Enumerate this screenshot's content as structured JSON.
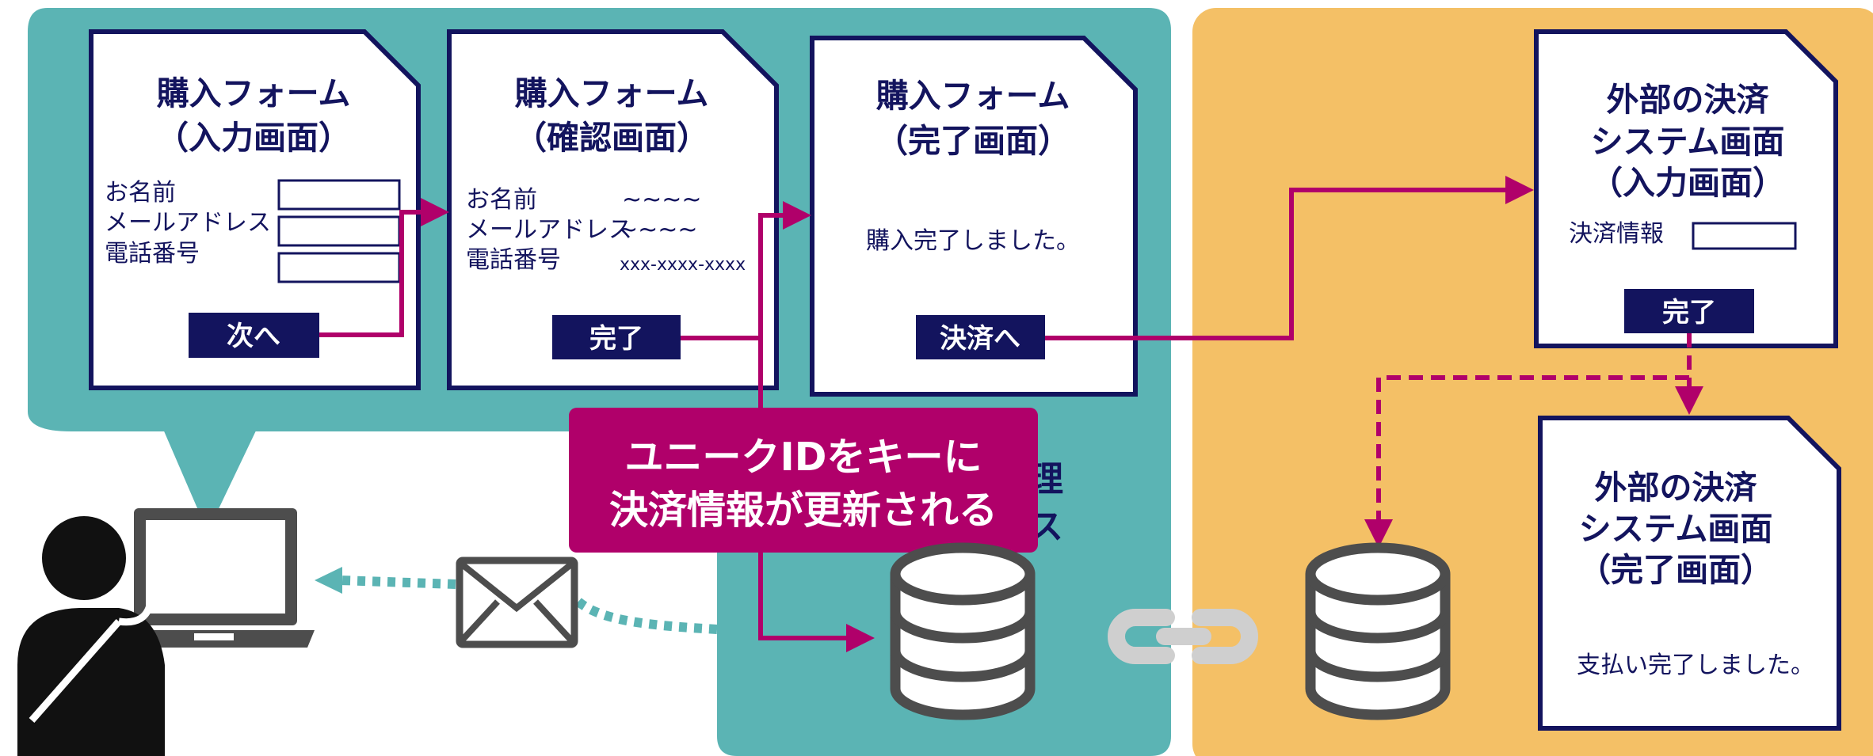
{
  "forms": {
    "input": {
      "title_line1": "購入フォーム",
      "title_line2": "（入力画面）",
      "field_name": "お名前",
      "field_email": "メールアドレス",
      "field_phone": "電話番号",
      "button": "次へ"
    },
    "confirm": {
      "title_line1": "購入フォーム",
      "title_line2": "（確認画面）",
      "field_name": "お名前",
      "field_email": "メールアドレス",
      "field_phone": "電話番号",
      "value_name": "~~~~",
      "value_email": "~~~~",
      "value_phone": "xxx-xxxx-xxxx",
      "button": "完了"
    },
    "complete": {
      "title_line1": "購入フォーム",
      "title_line2": "（完了画面）",
      "message": "購入完了しました。",
      "button": "決済へ"
    }
  },
  "external": {
    "input": {
      "title_line1": "外部の決済",
      "title_line2": "システム画面",
      "title_line3": "（入力画面）",
      "field_payment": "決済情報",
      "button": "完了"
    },
    "complete": {
      "title_line1": "外部の決済",
      "title_line2": "システム画面",
      "title_line3": "（完了画面）",
      "message": "支払い完了しました。"
    }
  },
  "callout": {
    "line1": "ユニークIDをキーに",
    "line2": "決済情報が更新される"
  },
  "partial_label": {
    "line1": "理",
    "line2": "ス"
  },
  "colors": {
    "teal": "#5bb4b4",
    "orange": "#f4c066",
    "navy": "#13145e",
    "magenta": "#b0006a",
    "gray": "#4d4d4d",
    "link_gray": "#cfcfcf"
  },
  "icons": [
    "person-icon",
    "laptop-icon",
    "mail-icon",
    "database-icon",
    "link-icon"
  ]
}
